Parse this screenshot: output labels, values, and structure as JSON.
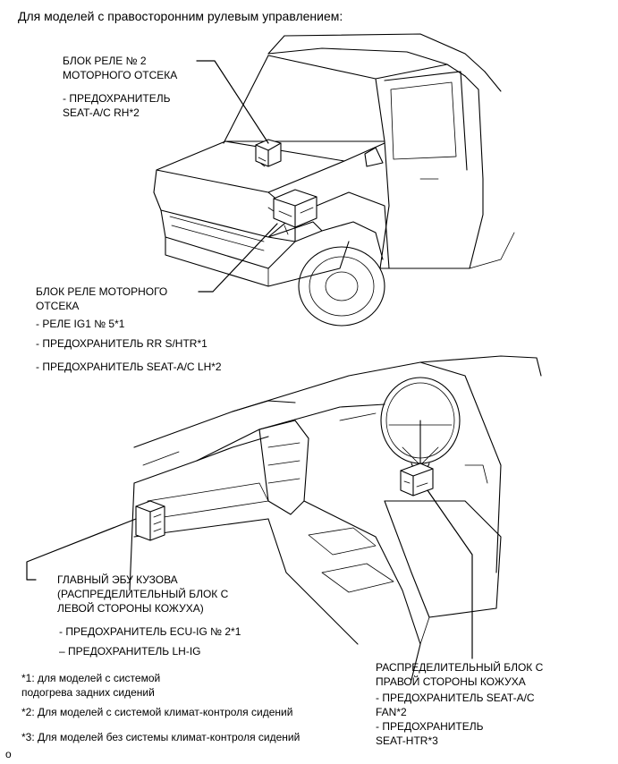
{
  "title": "Для моделей с правосторонним рулевым управлением:",
  "engine_relay_block_2": {
    "line1": "БЛОК РЕЛЕ № 2",
    "line2": "МОТОРНОГО ОТСЕКА",
    "item1_line1": "- ПРЕДОХРАНИТЕЛЬ",
    "item1_line2": "SEAT-A/C RH*2"
  },
  "engine_relay_block": {
    "line1": "БЛОК РЕЛЕ МОТОРНОГО",
    "line2": "ОТСЕКА",
    "item1": "- РЕЛЕ IG1 № 5*1",
    "item2": "- ПРЕДОХРАНИТЕЛЬ RR S/HTR*1",
    "item3": "- ПРЕДОХРАНИТЕЛЬ SEAT-A/C LH*2"
  },
  "main_body_ecu": {
    "line1": "ГЛАВНЫЙ ЭБУ КУЗОВА",
    "line2": "(РАСПРЕДЕЛИТЕЛЬНЫЙ БЛОК С",
    "line3": "ЛЕВОЙ СТОРОНЫ КОЖУХА)",
    "item1": "- ПРЕДОХРАНИТЕЛЬ ECU-IG № 2*1",
    "item2": "– ПРЕДОХРАНИТЕЛЬ LH-IG"
  },
  "right_junction_block": {
    "line1": "РАСПРЕДЕЛИТЕЛЬНЫЙ БЛОК С",
    "line2": "ПРАВОЙ СТОРОНЫ КОЖУХА",
    "item1_line1": "- ПРЕДОХРАНИТЕЛЬ SEAT-A/C",
    "item1_line2": "FAN*2",
    "item2_line1": "- ПРЕДОХРАНИТЕЛЬ",
    "item2_line2": "SEAT-HTR*3"
  },
  "footnotes": {
    "n1_line1": "*1: для моделей с системой",
    "n1_line2": "подогрева задних сидений",
    "n2": "*2: Для моделей с системой климат-контроля сидений",
    "n3": "*3: Для моделей без системы климат-контроля сидений"
  },
  "corner_mark": "o"
}
